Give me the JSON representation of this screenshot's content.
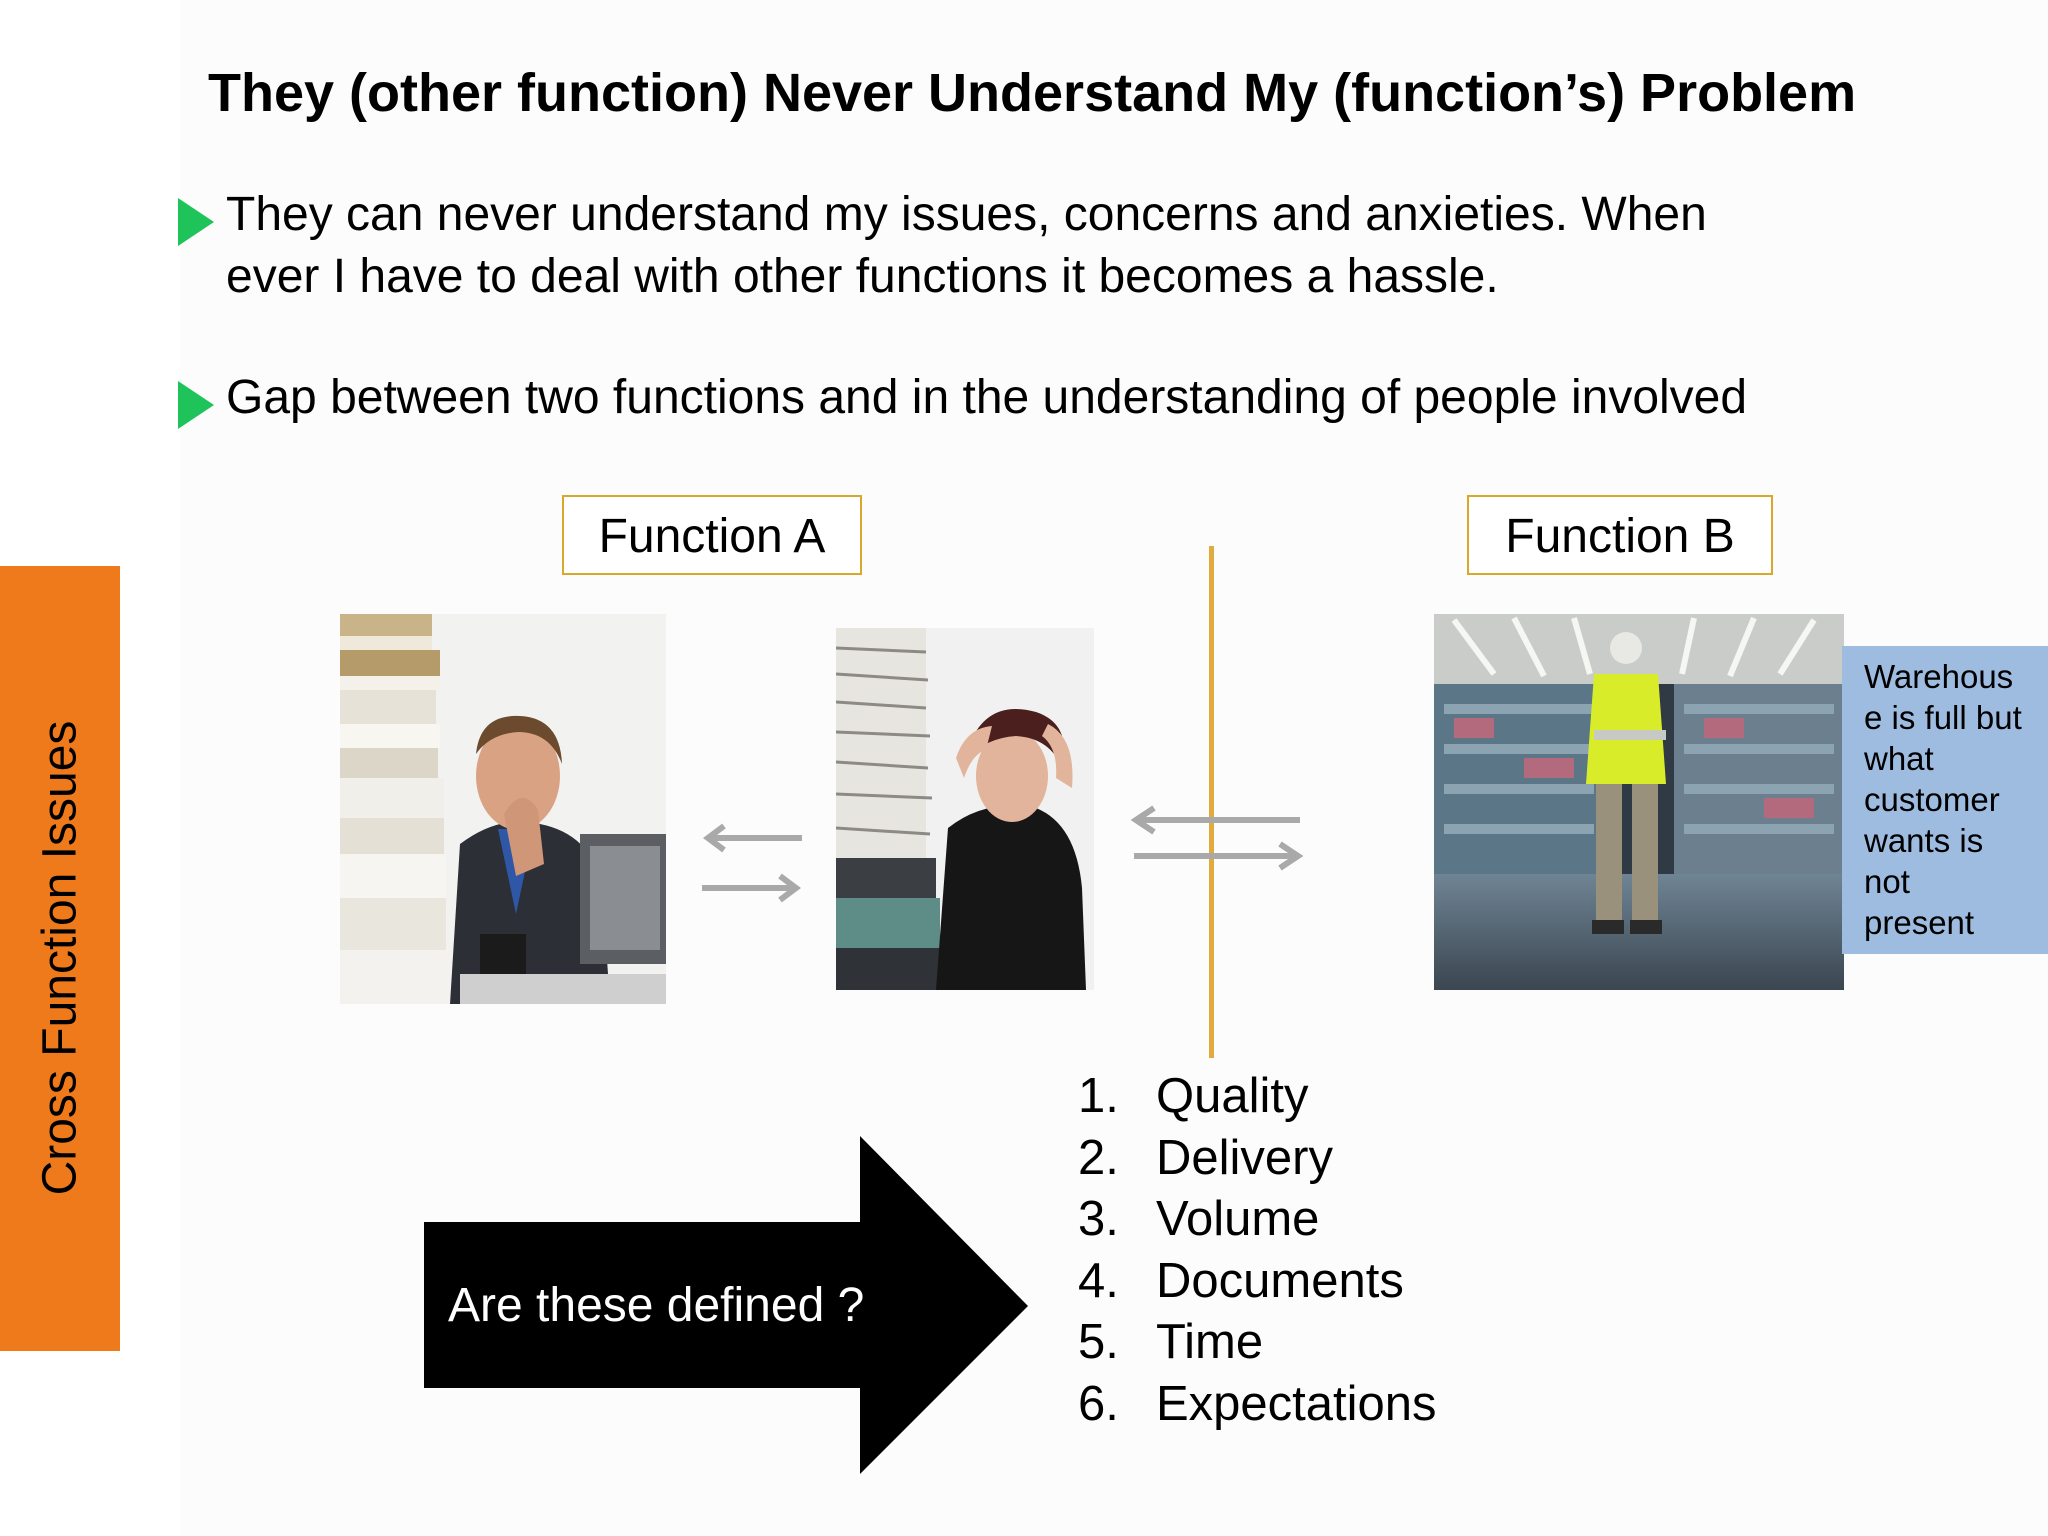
{
  "slide": {
    "title": "They (other function) Never Understand My (function’s) Problem",
    "bullets": [
      {
        "line1": "They  can never understand my issues, concerns and anxieties. When",
        "line2": "ever I have to deal with other functions it becomes a hassle."
      },
      {
        "line1": "Gap between two functions and in the understanding  of people involved"
      }
    ],
    "side_label": "Cross  Function  Issues",
    "function_a": "Function A",
    "function_b": "Function B",
    "warehouse_note": [
      "Warehous",
      "e is full but",
      "what",
      "customer",
      "wants is",
      "not",
      "present"
    ],
    "arrow_label": "Are these defined ?",
    "list": [
      {
        "num": "1.",
        "text": "Quality"
      },
      {
        "num": "2.",
        "text": "Delivery"
      },
      {
        "num": "3.",
        "text": "Volume"
      },
      {
        "num": "4.",
        "text": "Documents"
      },
      {
        "num": "5.",
        "text": "Time"
      },
      {
        "num": "6.",
        "text": "Expectations"
      }
    ]
  },
  "colors": {
    "side_bar": "#ee7a1c",
    "bullet_marker": "#1ec35a",
    "function_box_border": "#d7a82b",
    "divider_line": "#e2ab3d",
    "note_box": "#9ebbe0",
    "arrow": "#000000"
  }
}
